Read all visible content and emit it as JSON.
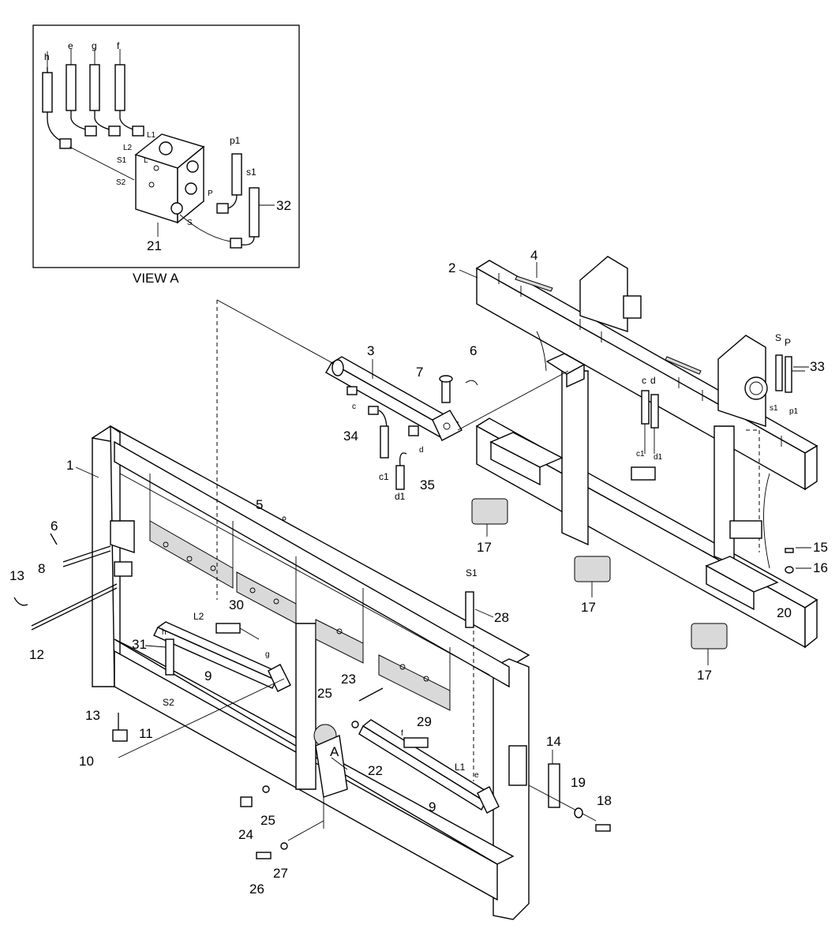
{
  "view_a": {
    "title": "VIEW A",
    "hose_labels": [
      "h",
      "e",
      "g",
      "f",
      "p1",
      "s1"
    ],
    "port_labels": [
      "L1",
      "L2",
      "S1",
      "S2",
      "L",
      "P",
      "S"
    ],
    "callouts": [
      "21",
      "32"
    ]
  },
  "callouts": {
    "c1": "1",
    "c2": "2",
    "c3": "3",
    "c4": "4",
    "c5": "5",
    "c6a": "6",
    "c6b": "6",
    "c7": "7",
    "c8": "8",
    "c9a": "9",
    "c9b": "9",
    "c10": "10",
    "c11": "11",
    "c12": "12",
    "c13a": "13",
    "c13b": "13",
    "c14": "14",
    "c15": "15",
    "c16": "16",
    "c17a": "17",
    "c17b": "17",
    "c17c": "17",
    "c18": "18",
    "c19": "19",
    "c20": "20",
    "c22": "22",
    "c23": "23",
    "c24": "24",
    "c25a": "25",
    "c25b": "25",
    "c26": "26",
    "c27": "27",
    "c28": "28",
    "c29": "29",
    "c30": "30",
    "c31": "31",
    "c33": "33",
    "c34": "34",
    "c35": "35"
  },
  "hose_labels": {
    "c_a": "c",
    "c_b": "c",
    "d_a": "d",
    "d_b": "d",
    "c1_a": "c1",
    "c1_b": "c1",
    "d1_a": "d1",
    "d1_b": "d1",
    "s_main": "S",
    "p_main": "P",
    "s1_main": "s1",
    "p1_main": "p1",
    "s1_28": "S1",
    "l2_30": "L2",
    "g_30": "g",
    "h_31": "h",
    "s2_31": "S2",
    "l1_29": "L1",
    "f_29": "f",
    "e_29": "e",
    "view_mark": "A"
  }
}
